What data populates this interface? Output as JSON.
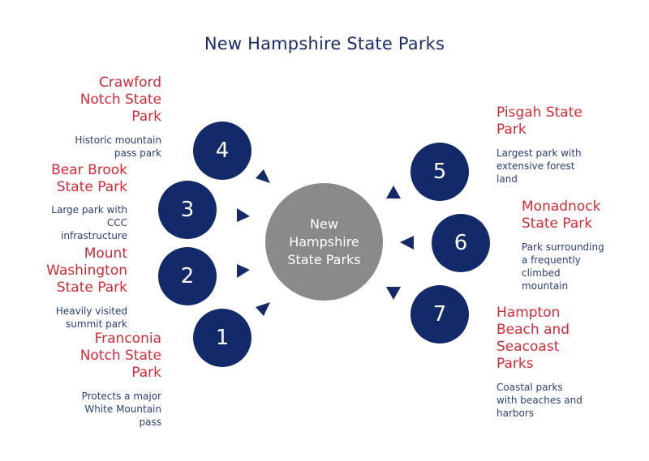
{
  "title": "New Hampshire State Parks",
  "hub": "New\nHampshire\nState Parks",
  "parks": [
    {
      "number": "1",
      "name": "Franconia\nNotch State\nPark",
      "description": "Protects a major\nWhite Mountain\npass"
    },
    {
      "number": "2",
      "name": "Mount\nWashington\nState Park",
      "description": "Heavily visited\nsummit park"
    },
    {
      "number": "3",
      "name": "Bear Brook\nState Park",
      "description": "Large park with\nCCC\ninfrastructure"
    },
    {
      "number": "4",
      "name": "Crawford\nNotch State\nPark",
      "description": "Historic mountain\npass park"
    },
    {
      "number": "5",
      "name": "Pisgah State\nPark",
      "description": "Largest park with\nextensive forest\nland"
    },
    {
      "number": "6",
      "name": "Monadnock\nState Park",
      "description": "Park surrounding\na frequently\nclimbed\nmountain"
    },
    {
      "number": "7",
      "name": "Hampton\nBeach and\nSeacoast\nParks",
      "description": "Coastal parks\nwith beaches and\nharbors"
    }
  ],
  "colors": {
    "title": "#1a2d6b",
    "circle": "#12296a",
    "hub": "#8a8a8a",
    "park_name": "#d42a35",
    "description": "#2a3f75"
  }
}
